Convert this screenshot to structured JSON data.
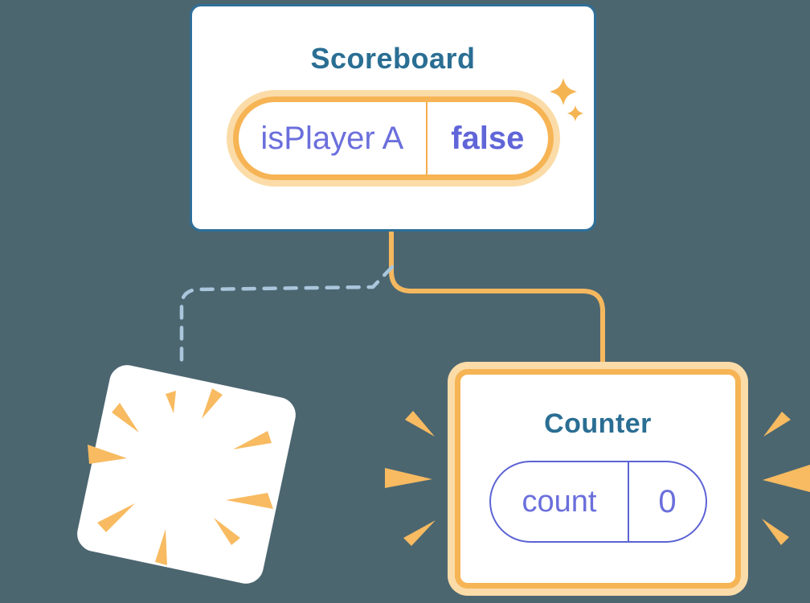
{
  "diagram": {
    "background_color": "#4C6670",
    "colors": {
      "card_blue_border": "#2E6F9A",
      "title_teal": "#2A6E93",
      "state_purple": "#6B6FDC",
      "highlight_orange": "#F6B455",
      "highlight_orange_glow": "#FBDCA8",
      "dashed_line_blue": "#A9C6DC",
      "burst_orange": "#F8BB61",
      "card_white": "#FFFFFF"
    },
    "scoreboard": {
      "title": "Scoreboard",
      "state_pill": {
        "label": "isPlayer A",
        "value": "false"
      }
    },
    "counter": {
      "title": "Counter",
      "state_pill": {
        "label": "count",
        "value": "0"
      }
    },
    "destroyed_component": {
      "description": "tilted blank card with burst marks (component removed, state destroyed)"
    }
  }
}
